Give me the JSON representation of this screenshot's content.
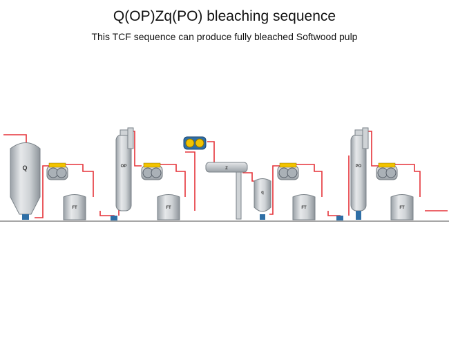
{
  "header": {
    "title": "Q(OP)Zq(PO) bleaching sequence",
    "subtitle": "This TCF sequence can produce fully bleached Softwood pulp"
  },
  "equipment": {
    "q_tower": "Q",
    "op_tower": "OP",
    "z_reactor": "Z",
    "q_tank": "q",
    "po_tower": "PO",
    "filtrate_tank": "FT"
  },
  "colors": {
    "pipe": "#e53238",
    "vessel": "#c8ccd0",
    "vessel_dark": "#9ea5ab",
    "washer_yellow": "#f2c300",
    "pump_blue": "#2f6fa6",
    "floor": "#888888"
  }
}
